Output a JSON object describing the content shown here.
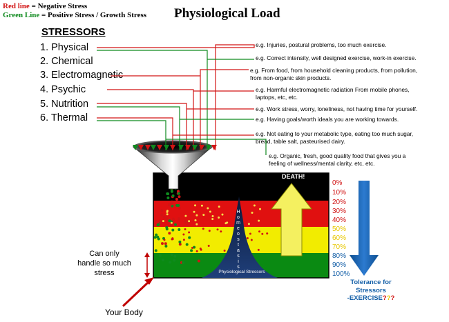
{
  "legend": {
    "red_key": "Red line",
    "red_text": " = Negative Stress",
    "green_key": "Green Line",
    "green_text": " = Positive Stress / Growth Stress"
  },
  "title": "Physiological Load",
  "stressors": {
    "heading": "STRESSORS",
    "items": [
      "1. Physical",
      "2. Chemical",
      "3. Electromagnetic",
      "4. Psychic",
      "5. Nutrition",
      "6. Thermal"
    ]
  },
  "examples": [
    [
      "e.g. Injuries, postural problems, too much exercise."
    ],
    [
      "e.g. Correct intensity, well designed exercise, work-in exercise."
    ],
    [
      "e.g. From food, from household cleaning products, from pollution,",
      "from non-organic skin products."
    ],
    [
      "e.g. Harmful electromagnetic radiation From mobile phones,",
      "laptops, etc, etc."
    ],
    [
      "e.g. Work stress, worry, loneliness, not having time for yourself."
    ],
    [
      "e.g. Having goals/worth ideals you are working towards."
    ],
    [
      "e.g. Not eating to your metabolic type, eating too much sugar,",
      "bread, table salt, pasteurised dairy."
    ],
    [
      "e.g. Organic, fresh, good quality food that gives you a",
      "feeling of wellness/mental clarity, etc, etc."
    ]
  ],
  "load_scale": {
    "labels": [
      "0%",
      "10%",
      "20%",
      "30%",
      "40%",
      "50%",
      "60%",
      "70%",
      "80%",
      "90%",
      "100%"
    ],
    "colors": [
      "#d21414",
      "#d21414",
      "#d21414",
      "#d21414",
      "#d21414",
      "#e8c800",
      "#e8c800",
      "#e8c800",
      "#1560a8",
      "#1560a8",
      "#1560a8"
    ]
  },
  "death_label": "DEATH!",
  "homeostasis": [
    "H",
    "o",
    "m",
    "e",
    "o",
    "s",
    "t",
    "a",
    "s",
    "i",
    "s"
  ],
  "physiological_stressors_label": "Physiological Stressors",
  "can_handle": [
    "Can only",
    "handle so much",
    "stress"
  ],
  "your_body": "Your Body",
  "tolerance": {
    "line1": "Tolerance for",
    "line2": "Stressors",
    "line3": "-EXERCISE",
    "q1": "?",
    "q2": "?",
    "q3": "?"
  },
  "colors": {
    "negative_stress": "#d21414",
    "positive_stress": "#0f8a1e",
    "death_band": "#000000",
    "red_band": "#e01010",
    "yellow_band": "#f2ec00",
    "green_band": "#0a8a12",
    "tolerance_arrow": "#1560a8",
    "death_arrow": "#f4f060"
  }
}
